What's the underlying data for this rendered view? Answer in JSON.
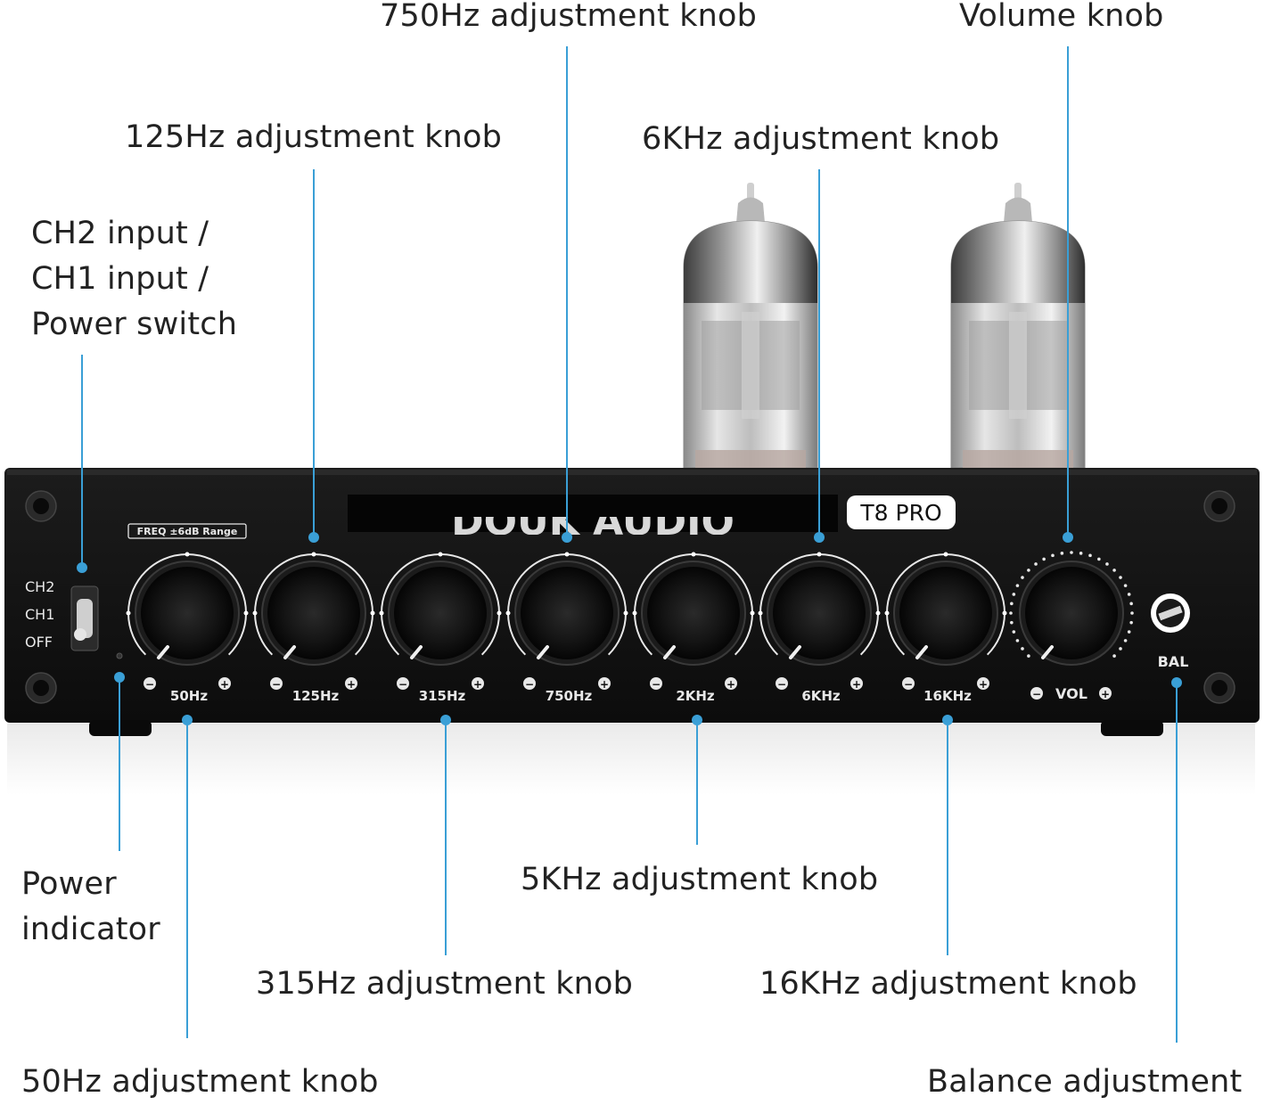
{
  "callouts": {
    "knob_750": "750Hz adjustment knob",
    "knob_volume": "Volume knob",
    "knob_125": "125Hz adjustment knob",
    "knob_6k": "6KHz adjustment knob",
    "switch_line1": "CH2 input /",
    "switch_line2": "CH1 input /",
    "switch_line3": "Power switch",
    "power_line1": "Power",
    "power_line2": "indicator",
    "knob_5k": "5KHz adjustment knob",
    "knob_315": "315Hz adjustment knob",
    "knob_16k": "16KHz adjustment knob",
    "knob_50": "50Hz adjustment knob",
    "balance": "Balance adjustment"
  },
  "device": {
    "brand": "DOUK AUDIO",
    "model_badge": "T8 PRO",
    "range_label": "FREQ ±6dB Range",
    "switch_positions": [
      "CH2",
      "CH1",
      "OFF"
    ],
    "eq_bands": [
      "50Hz",
      "125Hz",
      "315Hz",
      "750Hz",
      "2KHz",
      "6KHz",
      "16KHz"
    ],
    "volume_label": "VOL",
    "balance_label": "BAL",
    "minus_symbol": "−",
    "plus_symbol": "+"
  },
  "colors": {
    "leader_line": "#3a9fd6",
    "chassis": "#141414",
    "label_text": "#e8e8e8"
  }
}
